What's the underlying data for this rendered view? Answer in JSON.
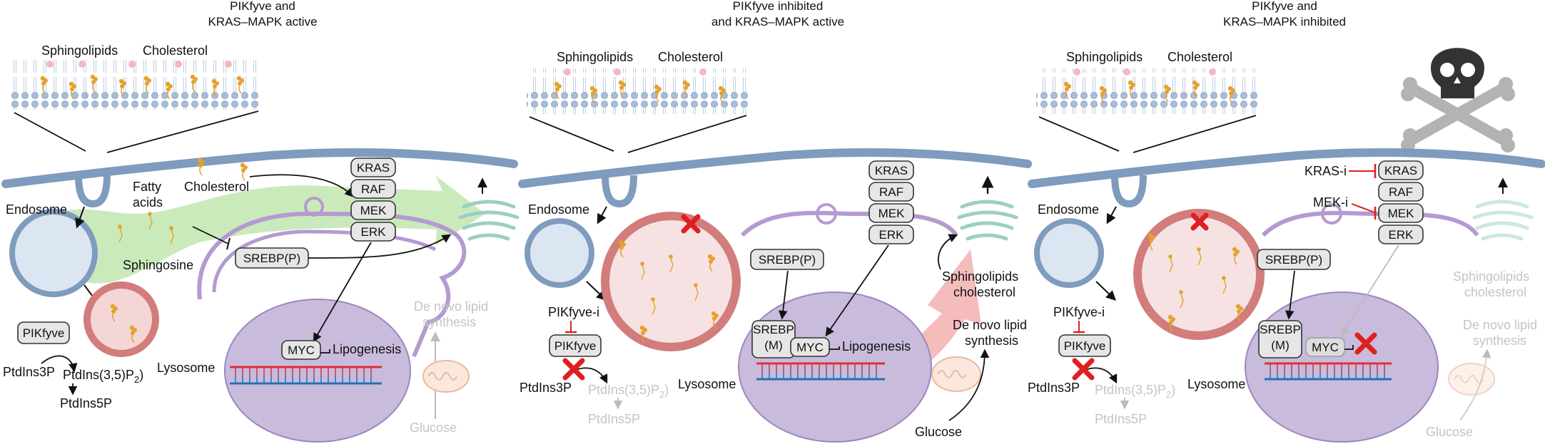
{
  "panels": [
    {
      "title_line1": "PIKfyve and",
      "title_line2": "KRAS–MAPK active",
      "membrane_label_sphingolipids": "Sphingolipids",
      "membrane_label_cholesterol": "Cholesterol",
      "endosome": "Endosome",
      "fatty_acids_line1": "Fatty",
      "fatty_acids_line2": "acids",
      "cholesterol": "Cholesterol",
      "sphingosine": "Sphingosine",
      "lysosome": "Lysosome",
      "pikfyve": "PIKfyve",
      "ptdins3p": "PtdIns3P",
      "ptdins35p2_main": "PtdIns(3,5)P",
      "ptdins35p2_sub": "2",
      "ptdins5p": "PtdIns5P",
      "kras": "KRAS",
      "raf": "RAF",
      "mek": "MEK",
      "erk": "ERK",
      "srebp": "SREBP(P)",
      "myc": "MYC",
      "lipogenesis": "Lipogenesis",
      "denovo_line1": "De novo lipid",
      "denovo_line2": "synthesis",
      "glucose": "Glucose"
    },
    {
      "title_line1": "PIKfyve inhibited",
      "title_line2": "and KRAS–MAPK active",
      "membrane_label_sphingolipids": "Sphingolipids",
      "membrane_label_cholesterol": "Cholesterol",
      "endosome": "Endosome",
      "pikfyve_i": "PIKfyve-i",
      "pikfyve": "PIKfyve",
      "ptdins3p": "PtdIns3P",
      "ptdins35p2_main": "PtdIns(3,5)P",
      "ptdins35p2_sub": "2",
      "ptdins5p": "PtdIns5P",
      "lysosome": "Lysosome",
      "kras": "KRAS",
      "raf": "RAF",
      "mek": "MEK",
      "erk": "ERK",
      "srebp": "SREBP(P)",
      "srebp_m_line1": "SREBP",
      "srebp_m_line2": "(M)",
      "myc": "MYC",
      "lipogenesis": "Lipogenesis",
      "sphingolipids_chol_line1": "Sphingolipids",
      "sphingolipids_chol_line2": "cholesterol",
      "denovo_line1": "De novo lipid",
      "denovo_line2": "synthesis",
      "glucose": "Glucose"
    },
    {
      "title_line1": "PIKfyve and",
      "title_line2": "KRAS–MAPK inhibited",
      "membrane_label_sphingolipids": "Sphingolipids",
      "membrane_label_cholesterol": "Cholesterol",
      "endosome": "Endosome",
      "pikfyve_i": "PIKfyve-i",
      "pikfyve": "PIKfyve",
      "ptdins3p": "PtdIns3P",
      "ptdins35p2_main": "PtdIns(3,5)P",
      "ptdins35p2_sub": "2",
      "ptdins5p": "PtdIns5P",
      "lysosome": "Lysosome",
      "kras_i": "KRAS-i",
      "mek_i": "MEK-i",
      "kras": "KRAS",
      "raf": "RAF",
      "mek": "MEK",
      "erk": "ERK",
      "srebp": "SREBP(P)",
      "srebp_m_line1": "SREBP",
      "srebp_m_line2": "(M)",
      "myc": "MYC",
      "sphingolipids_chol_line1": "Sphingolipids",
      "sphingolipids_chol_line2": "cholesterol",
      "denovo_line1": "De novo lipid",
      "denovo_line2": "synthesis",
      "glucose": "Glucose"
    }
  ],
  "colors": {
    "membrane": "#8fa9c7",
    "membrane_outline": "#6f8bb0",
    "lysosome": "#d98c8c",
    "nucleus": "#c9bbdc",
    "er": "#b59ad1",
    "green_arrow": "#b9e3a4",
    "red_arrow": "#f2a6a6",
    "inhibit_red": "#e01f1f",
    "lipid_orange": "#e5a12c",
    "golgi": "#9ccfc4",
    "dna_red": "#d9323a",
    "dna_blue": "#2a6fb4"
  },
  "icons": [
    "skull-crossbones-icon",
    "red-x-icon",
    "mitochondrion-icon",
    "golgi-icon"
  ]
}
